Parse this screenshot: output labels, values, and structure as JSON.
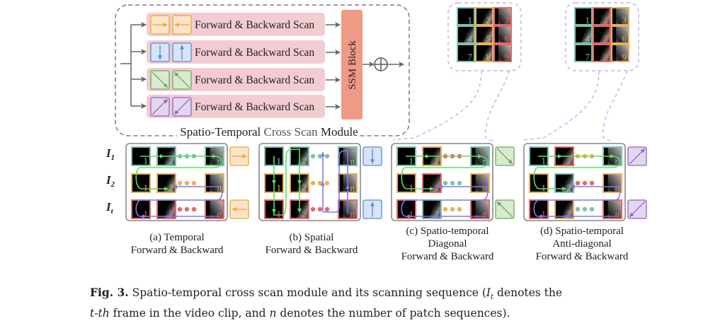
{
  "module": {
    "title": "Spatio-Temporal Cross Scan  Module",
    "title_parts": [
      "Spatio-Temporal ",
      "Cross Scan",
      "  Module"
    ],
    "ssm_block_label": "SSM Block",
    "sum_symbol": "⊕",
    "rows": [
      {
        "label": "Forward & Backward Scan",
        "type": "temporal",
        "color": "#e6a73c",
        "fill": "#fde4c6",
        "icons": [
          "arrow-right-icon",
          "arrow-left-icon"
        ]
      },
      {
        "label": "Forward & Backward Scan",
        "type": "spatial",
        "color": "#5b8bc9",
        "fill": "#d6e4f7",
        "icons": [
          "arrow-down-icon",
          "arrow-up-icon"
        ]
      },
      {
        "label": "Forward & Backward Scan",
        "type": "diagonal",
        "color": "#6aab5a",
        "fill": "#d8ead0",
        "icons": [
          "arrow-down-right-icon",
          "arrow-up-left-icon"
        ]
      },
      {
        "label": "Forward & Backward Scan",
        "type": "anti-diagonal",
        "color": "#9068bd",
        "fill": "#e3d6ef",
        "icons": [
          "arrow-up-right-icon",
          "arrow-down-left-icon"
        ]
      }
    ],
    "row_bg": "#f3ccd2",
    "ssm_color": "#ef9a86"
  },
  "frame_labels": [
    "I1",
    "I2",
    "It"
  ],
  "frame_label_parts": [
    [
      "I",
      "1"
    ],
    [
      "I",
      "2"
    ],
    [
      "I",
      "t"
    ]
  ],
  "patch_labels": [
    "1",
    "2",
    "n"
  ],
  "grids": [
    {
      "name": "diagonal-grid",
      "numbers": [
        "1",
        "2",
        "3",
        "4",
        "5",
        "6",
        "7",
        "8",
        "9"
      ],
      "colors": [
        "#7fc2b0",
        "#eab05a",
        "#e96767",
        "#7fc2b0",
        "#eab05a",
        "#e96767",
        "#7fc2b0",
        "#eab05a",
        "#e96767"
      ]
    },
    {
      "name": "anti-diagonal-grid",
      "numbers": [
        "1",
        "2",
        "3",
        "4",
        "5",
        "6",
        "7",
        "8",
        "9"
      ],
      "colors": [
        "#7fc2b0",
        "#e96767",
        "#eab05a",
        "#7fc2b0",
        "#e96767",
        "#eab05a",
        "#7fc2b0",
        "#e96767",
        "#eab05a"
      ]
    }
  ],
  "panels": [
    {
      "id": "a",
      "caption": [
        "(a) Temporal",
        "Forward & Backward"
      ]
    },
    {
      "id": "b",
      "caption": [
        "(b) Spatial",
        "Forward & Backward"
      ]
    },
    {
      "id": "c",
      "caption": [
        "(c) Spatio-temporal",
        "Diagonal",
        "Forward & Backward"
      ]
    },
    {
      "id": "d",
      "caption": [
        "(d) Spatio-temporal",
        "Anti-diagonal",
        "Forward & Backward"
      ]
    }
  ],
  "colors": {
    "teal": "#7fc2b0",
    "orange": "#eab05a",
    "red": "#e96767",
    "green_path": "#5ee05e",
    "blue_path": "#7b7bf0",
    "lavender_dash": "#c8aef0"
  },
  "caption": {
    "fig_label": "Fig. 3.",
    "line1_text": " Spatio-temporal cross scan module and its scanning sequence (",
    "line1_var": "I",
    "line1_sub": "t",
    "line1_end": " denotes the",
    "line2_var": "t-th",
    "line2_text": " frame in the video clip, and ",
    "line2_var2": "n",
    "line2_end": " denotes the number of patch sequences)."
  }
}
